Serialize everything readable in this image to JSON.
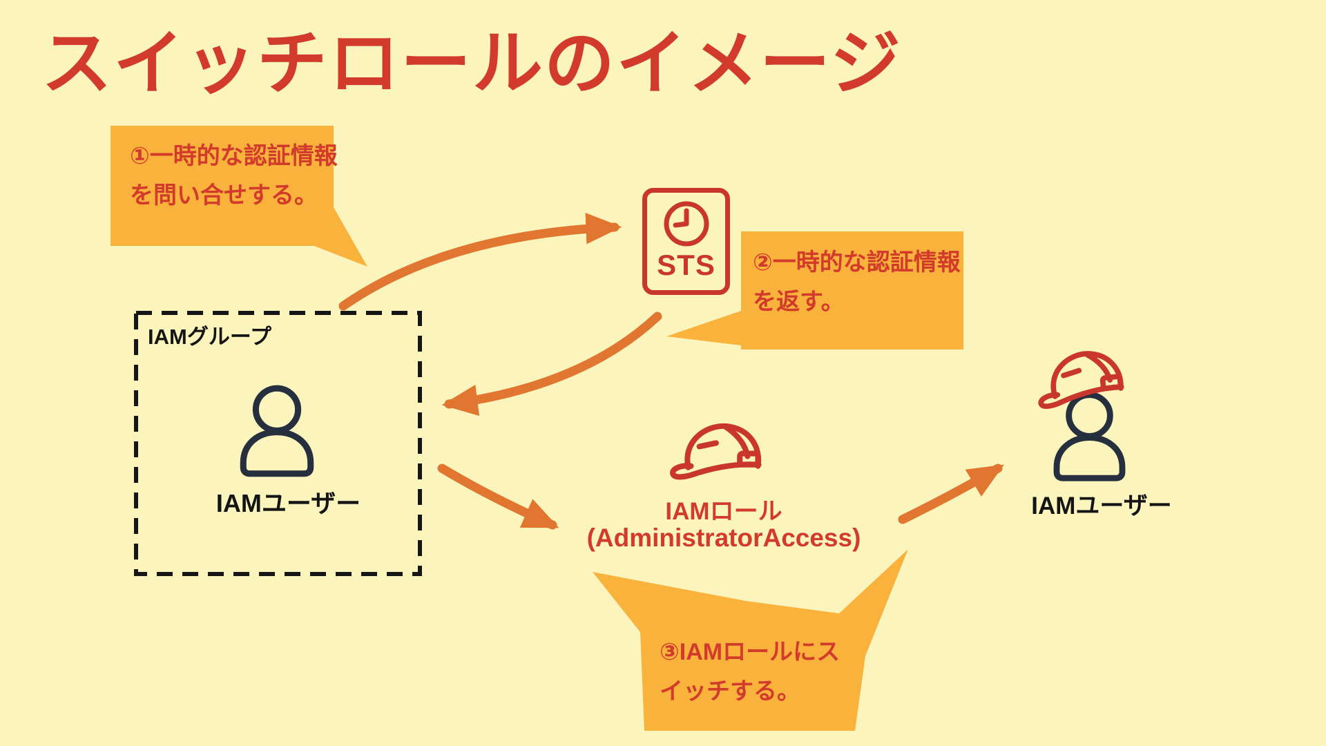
{
  "title": "スイッチロールのイメージ",
  "steps": {
    "step1": "①一時的な認証情報\nを問い合せする。",
    "step2": "②一時的な認証情報\nを返す。",
    "step3": "③IAMロールにス\nイッチする。"
  },
  "nodes": {
    "sts": {
      "label": "STS"
    },
    "iam_group": {
      "label": "IAMグループ"
    },
    "iam_user_left": {
      "label": "IAMユーザー"
    },
    "iam_role": {
      "label": "IAMロール",
      "sublabel": "(AdministratorAccess)"
    },
    "iam_user_right": {
      "label": "IAMユーザー"
    }
  },
  "colors": {
    "background": "#FBF5BD",
    "bubble": "#F9B23C",
    "arrow": "#E0762F",
    "red_text": "#D23A2B",
    "icon_red": "#C9362E",
    "person_navy": "#252F3E",
    "outline_black": "#161616"
  }
}
